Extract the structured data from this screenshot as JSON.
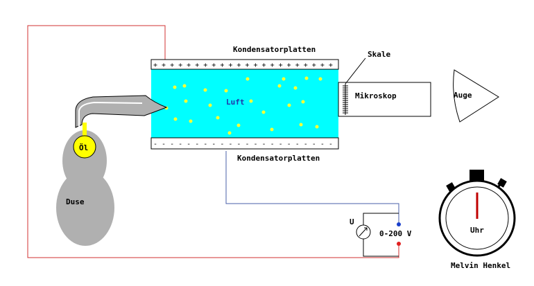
{
  "labels": {
    "plates_top": "Kondensatorplatten",
    "plates_bottom": "Kondensatorplatten",
    "scale": "Skale",
    "microscope": "Mikroskop",
    "eye": "Auge",
    "air": "Luft",
    "oil": "Öl",
    "atomizer": "Duse",
    "voltmeter_symbol": "U",
    "voltage_range": "0-200 V",
    "clock": "Uhr",
    "author": "Melvin Henkel"
  },
  "colors": {
    "wire_red": "#d03030",
    "wire_blue": "#4a5fa8",
    "chamber_fill": "#00ffff",
    "droplet": "#ffff33",
    "oil_fill": "#ffff00",
    "atomizer_fill": "#b0b0b0",
    "clock_hand": "#c00000"
  },
  "icons": {
    "voltmeter": "voltmeter-icon",
    "stopwatch": "stopwatch-icon",
    "eye": "eye-icon"
  }
}
